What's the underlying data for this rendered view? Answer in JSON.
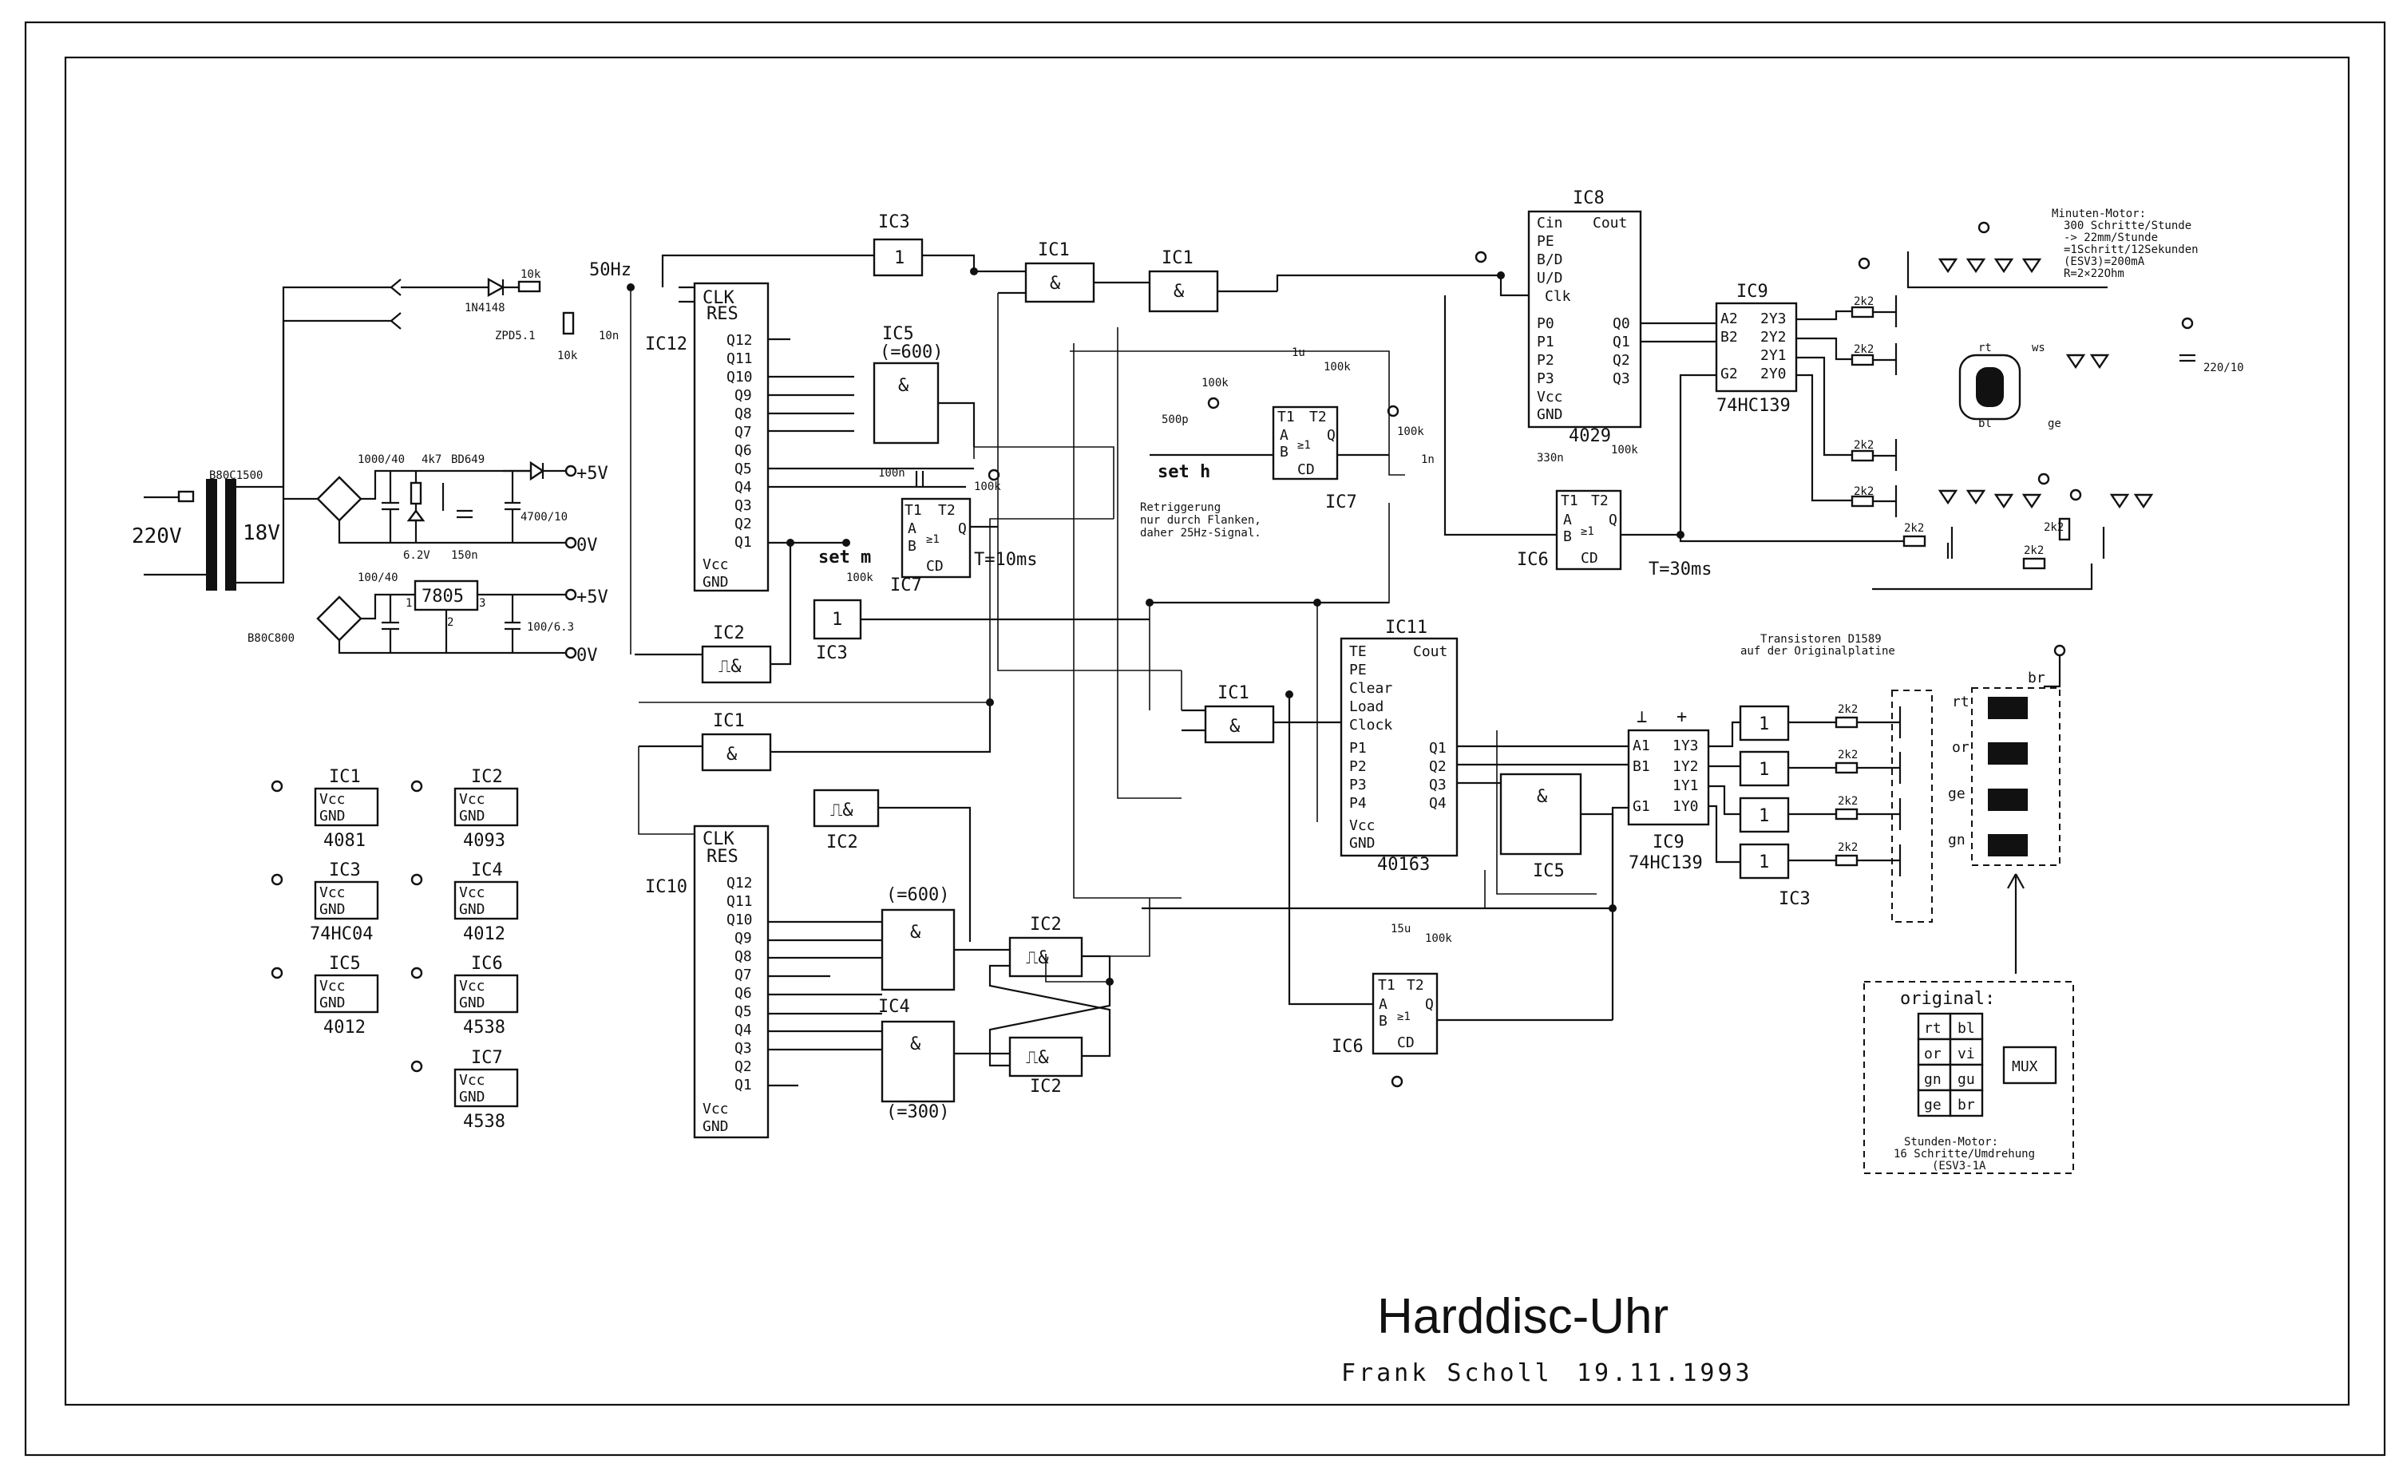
{
  "title": "Harddisc-Uhr",
  "author": "Frank Scholl",
  "date": "19.11.1993",
  "power": {
    "mains": "220V",
    "secondary": "18V",
    "freq": "50Hz",
    "bridge1": "B80C1500",
    "bridge2": "B80C800",
    "c_filter1": "1000/40",
    "r_ref": "4k7",
    "transistor": "BD649",
    "zener": "6.2V",
    "c_150n": "150n",
    "c_out1": "4700/10",
    "v_out1": "+5V",
    "v_gnd": "0V",
    "c_filter2": "100/40",
    "regulator": "7805",
    "c_out2": "100/6.3",
    "diode": "1N4148",
    "r_10k": "10k",
    "zener2": "ZPD5.1",
    "c_10n": "10n",
    "pin_1": "1",
    "pin_2": "2",
    "pin_3": "3"
  },
  "ic_labels": {
    "ic1": "IC1",
    "ic2": "IC2",
    "ic3": "IC3",
    "ic4": "IC4",
    "ic5": "IC5",
    "ic6": "IC6",
    "ic7": "IC7",
    "ic8": "IC8",
    "ic9": "IC9",
    "ic10": "IC10",
    "ic11": "IC11",
    "ic12": "IC12"
  },
  "ic_types": {
    "ic1": "4081",
    "ic2": "4093",
    "ic3": "74HC04",
    "ic4": "4012",
    "ic5": "4012",
    "ic6": "4538",
    "ic7": "4538",
    "ic8": "4029",
    "ic9": "74HC139",
    "ic11": "40163"
  },
  "pins": {
    "vcc": "Vcc",
    "gnd": "GND",
    "clk": "CLK",
    "res": "RES",
    "q12": "Q12",
    "q11": "Q11",
    "q10": "Q10",
    "q9": "Q9",
    "q8": "Q8",
    "q7": "Q7",
    "q6": "Q6",
    "q5": "Q5",
    "q4": "Q4",
    "q3": "Q3",
    "q2": "Q2",
    "q1": "Q1",
    "cin": "Cin",
    "cout": "Cout",
    "pe": "PE",
    "bd": "B/D",
    "ud": "U/D",
    "clk2": "Clk",
    "p0": "P0",
    "p1": "P1",
    "p2": "P2",
    "p3": "P3",
    "q0": "Q0",
    "q1b": "Q1",
    "q2b": "Q2",
    "q3b": "Q3",
    "te": "TE",
    "clear": "Clear",
    "load": "Load",
    "clock": "Clock",
    "p4": "P4",
    "q4b": "Q4",
    "a2": "A2",
    "b2": "B2",
    "g2": "G2",
    "y3": "2Y3",
    "y2": "2Y2",
    "y1": "2Y1",
    "y0": "2Y0",
    "a1": "A1",
    "b1": "B1",
    "g1": "G1",
    "y13": "1Y3",
    "y12": "1Y2",
    "y11": "1Y1",
    "y10": "1Y0",
    "t1": "T1",
    "t2": "T2",
    "cd": "CD",
    "a": "A",
    "b": "B",
    "q": "Q",
    "ge1": "≥1",
    "and": "&",
    "one": "1",
    "schmitt_and": "⎍&",
    "plus": "+",
    "perp": "⊥"
  },
  "annotations": {
    "div600": "(=600)",
    "div300": "(=300)",
    "t10": "T=10ms",
    "t30": "T=30ms",
    "set_m": "set m",
    "set_h": "set h",
    "retrig1": "Retriggerung",
    "retrig2": "nur durch Flanken,",
    "retrig3": "daher 25Hz-Signal.",
    "r100k": "100k",
    "c1u": "1u",
    "c500p": "500p",
    "c1n": "1n",
    "c100n": "100n",
    "c330n": "330n",
    "c15u": "15u",
    "r2k2": "2k2",
    "c220": "220/10",
    "motor_m1": "Minuten-Motor:",
    "motor_m2": "300 Schritte/Stunde",
    "motor_m3": "-> 22mm/Stunde",
    "motor_m4": "=1Schritt/12Sekunden",
    "motor_m5": "(ESV3)=200mA",
    "motor_m6": "R=2×22Ohm",
    "trans1": "Transistoren D1589",
    "trans2": "auf der Originalplatine",
    "orig": "original:",
    "motor_h1": "Stunden-Motor:",
    "motor_h2": "16 Schritte/Umdrehung",
    "motor_h3": "(ESV3-1A",
    "mux": "MUX",
    "wire_rt": "rt",
    "wire_bl": "bl",
    "wire_or": "or",
    "wire_vi": "vi",
    "wire_gn": "gn",
    "wire_gu": "gu",
    "wire_ge": "ge",
    "wire_br": "br",
    "wire_ws": "ws"
  }
}
